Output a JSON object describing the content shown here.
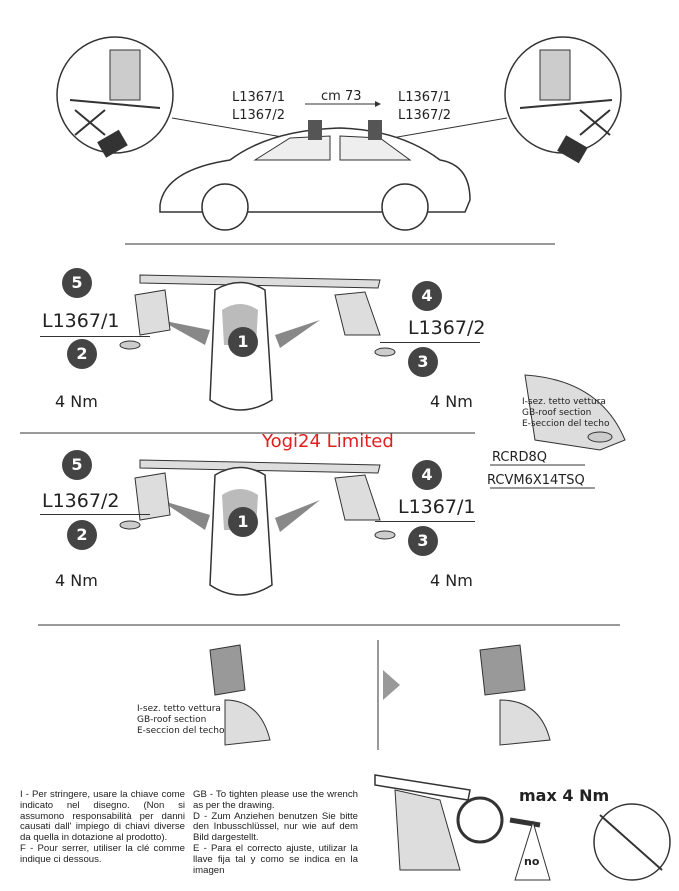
{
  "top": {
    "left_labels": [
      "L1367/1",
      "L1367/2"
    ],
    "right_labels": [
      "L1367/1",
      "L1367/2"
    ],
    "distance": "cm 73"
  },
  "step_a": {
    "left_code": "L1367/1",
    "right_code": "L1367/2",
    "torque_left": "4 Nm",
    "torque_right": "4 Nm",
    "steps": [
      "1",
      "2",
      "3",
      "4",
      "5"
    ]
  },
  "step_b": {
    "left_code": "L1367/2",
    "right_code": "L1367/1",
    "torque_left": "4 Nm",
    "torque_right": "4 Nm",
    "steps": [
      "1",
      "2",
      "3",
      "4",
      "5"
    ]
  },
  "watermark": "Yogi24 Limited",
  "watermark_color": "#e02020",
  "roof_section": {
    "lines": [
      "I-sez. tetto vettura",
      "GB-roof section",
      "E-seccion del techo"
    ],
    "codes": [
      "RCRD8Q",
      "RCVM6X14TSQ"
    ]
  },
  "roof_section_2": {
    "lines": [
      "I-sez. tetto vettura",
      "GB-roof section",
      "E-seccion del techo"
    ]
  },
  "instructions": {
    "col1": [
      "I - Per stringere, usare la chiave come indicato nel disegno. (Non si assumono responsabilità per danni causati dall' impiego di chiavi diverse da quella in dotazione al prodotto).",
      "F - Pour serrer, utiliser la clé comme indique ci dessous."
    ],
    "col2": [
      "GB - To tighten please use the wrench as per the drawing.",
      "D - Zum Anziehen benutzen Sie bitte den Inbusschlüssel, nur wie auf dem Bild dargestellt.",
      "E - Para el correcto ajuste, utilizar la llave fija tal y como se indica en la imagen"
    ]
  },
  "max_torque": "max 4 Nm",
  "no_label": "no"
}
